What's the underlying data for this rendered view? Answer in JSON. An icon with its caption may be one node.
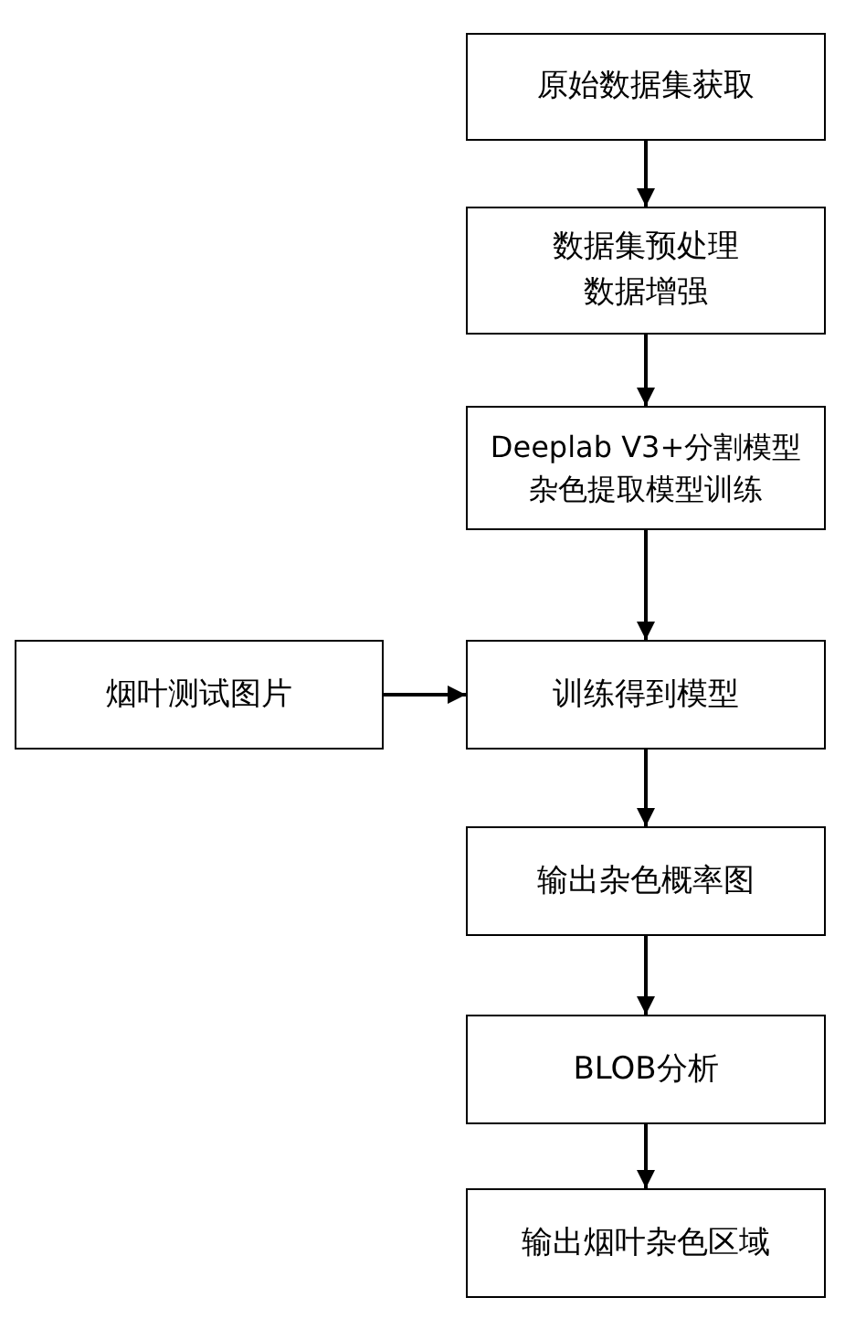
{
  "diagram": {
    "nodes": [
      {
        "text": [
          "原始数据集获取"
        ]
      },
      {
        "text": [
          "数据集预处理数据增强"
        ]
      },
      {
        "text": [
          "Deeplab V3+分割模型杂色提取模型训练"
        ]
      },
      {
        "text": [
          "烟叶测试图片"
        ]
      },
      {
        "text": [
          "训练得到模型"
        ]
      },
      {
        "text": [
          "输出杂色概率图"
        ]
      },
      {
        "text": [
          "BLOB分析"
        ]
      },
      {
        "text": [
          "输出烟叶杂色区域"
        ]
      }
    ],
    "edges": [
      {
        "from": 0,
        "to": 1,
        "arrow": "to"
      },
      {
        "from": 1,
        "to": 2,
        "arrow": "to"
      },
      {
        "from": 2,
        "to": 4,
        "arrow": "to"
      },
      {
        "from": 3,
        "to": 4,
        "arrow": "to"
      },
      {
        "from": 4,
        "to": 5,
        "arrow": "to"
      },
      {
        "from": 5,
        "to": 6,
        "arrow": "to"
      },
      {
        "from": 6,
        "to": 7,
        "arrow": "to"
      }
    ]
  }
}
